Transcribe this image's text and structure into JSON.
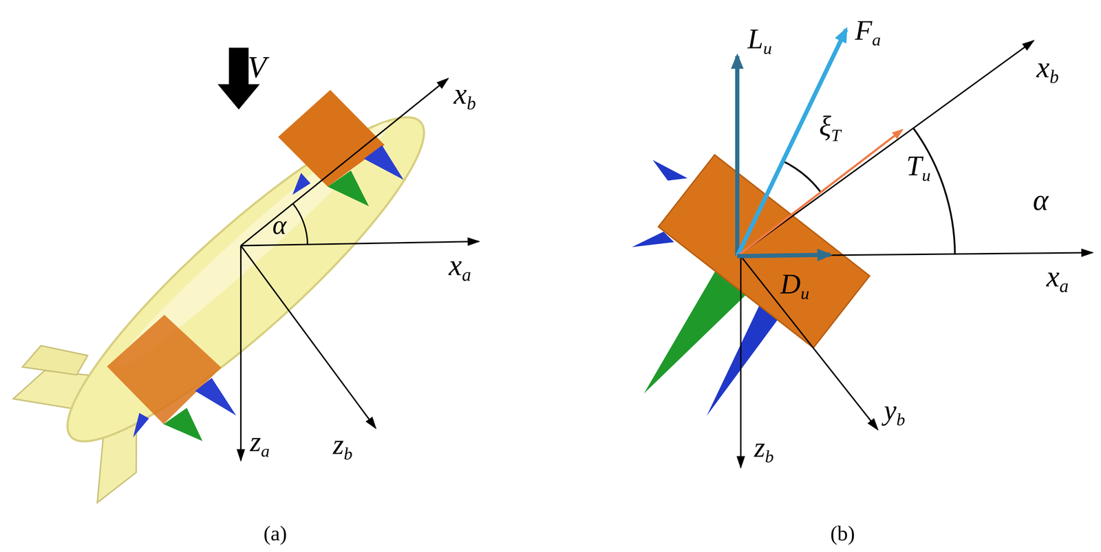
{
  "diagram": {
    "labels": [
      "V",
      "xb",
      "α",
      "xa",
      "za",
      "zb",
      "(a)",
      "Lu",
      "Fa",
      "ξT",
      "Tu",
      "xb",
      "α",
      "xa",
      "Du",
      "yb",
      "zb",
      "(b)"
    ]
  }
}
